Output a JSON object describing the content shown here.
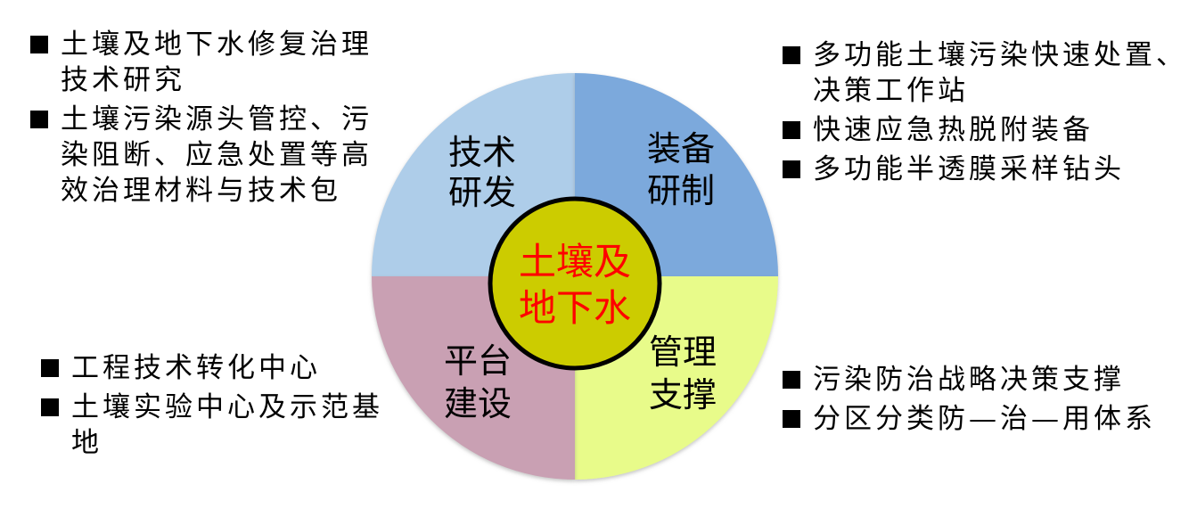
{
  "center": {
    "line1": "土壤及",
    "line2": "地下水"
  },
  "quadrants": {
    "top_left": {
      "line1": "技术",
      "line2": "研发",
      "color": "#aecde9"
    },
    "top_right": {
      "line1": "装备",
      "line2": "研制",
      "color": "#7ba9dc"
    },
    "bottom_right": {
      "line1": "管理",
      "line2": "支撑",
      "color": "#e8fb8a"
    },
    "bottom_left": {
      "line1": "平台",
      "line2": "建设",
      "color": "#c9a0b3"
    }
  },
  "center_color": "#cccc00",
  "lists": {
    "top_left": [
      "土壤及地下水修复治理技术研究",
      "土壤污染源头管控、污染阻断、应急处置等高效治理材料与技术包"
    ],
    "top_right": [
      "多功能土壤污染快速处置、决策工作站",
      "快速应急热脱附装备",
      "多功能半透膜采样钻头"
    ],
    "bottom_left": [
      "工程技术转化中心",
      "土壤实验中心及示范基地"
    ],
    "bottom_right": [
      "污染防治战略决策支撑",
      "分区分类防—治—用体系"
    ]
  }
}
